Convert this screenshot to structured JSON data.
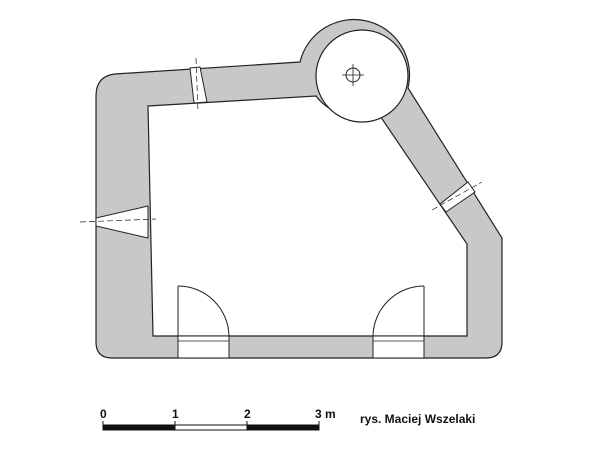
{
  "colors": {
    "wall_fill": "#c8c8c8",
    "line": "#222222",
    "background": "#ffffff"
  },
  "scale_bar": {
    "ticks": [
      "0",
      "1",
      "2",
      "3 m"
    ]
  },
  "credit": "rys. Maciej Wszelaki",
  "icons": {
    "stair_center": "crosshair-circle-icon"
  }
}
